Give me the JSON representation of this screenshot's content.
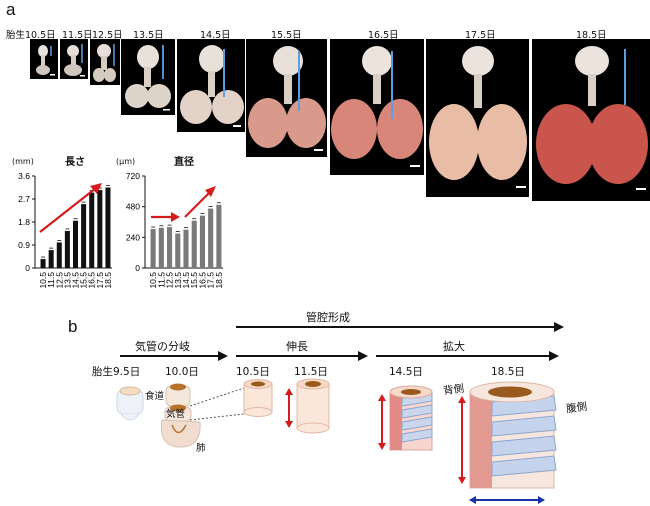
{
  "panel_a": {
    "letter": "a",
    "stages": [
      "胎生10.5日",
      "11.5日",
      "12.5日",
      "13.5日",
      "14.5日",
      "15.5日",
      "16.5日",
      "17.5日",
      "18.5日"
    ],
    "charts": [
      {
        "type": "bar",
        "title": "長さ",
        "unit": "(mm)",
        "categories": [
          "10.5",
          "11.5",
          "12.5",
          "13.5",
          "14.5",
          "15.5",
          "16.5",
          "17.5",
          "18.5"
        ],
        "values": [
          0.35,
          0.7,
          1.0,
          1.45,
          1.85,
          2.5,
          2.95,
          3.05,
          3.15
        ],
        "yticks": [
          "3.6",
          "2.7",
          "1.8",
          "0.9",
          "0"
        ],
        "ylim": [
          0,
          3.6
        ],
        "bar_color": "#111111",
        "arrow_color": "#d41c1c"
      },
      {
        "type": "bar",
        "title": "直径",
        "unit": "(μm)",
        "categories": [
          "10.5",
          "11.5",
          "12.5",
          "13.5",
          "14.5",
          "15.5",
          "16.5",
          "17.5",
          "18.5"
        ],
        "values": [
          305,
          315,
          320,
          270,
          300,
          370,
          410,
          465,
          495
        ],
        "yticks": [
          "720",
          "480",
          "240",
          "0"
        ],
        "ylim": [
          0,
          720
        ],
        "bar_color": "#7a7a7a",
        "arrow_color": "#d41c1c"
      }
    ]
  },
  "panel_b": {
    "letter": "b",
    "header_lumen": "管腔形成",
    "header_branch": "気管の分岐",
    "header_elong": "伸長",
    "header_expand": "拡大",
    "stages": [
      "胎生9.5日",
      "10.0日",
      "10.5日",
      "11.5日",
      "14.5日",
      "18.5日"
    ],
    "label_esophagus": "食道",
    "label_trachea": "気管",
    "label_lung": "肺",
    "label_dorsal": "背側",
    "label_ventral": "腹側"
  }
}
